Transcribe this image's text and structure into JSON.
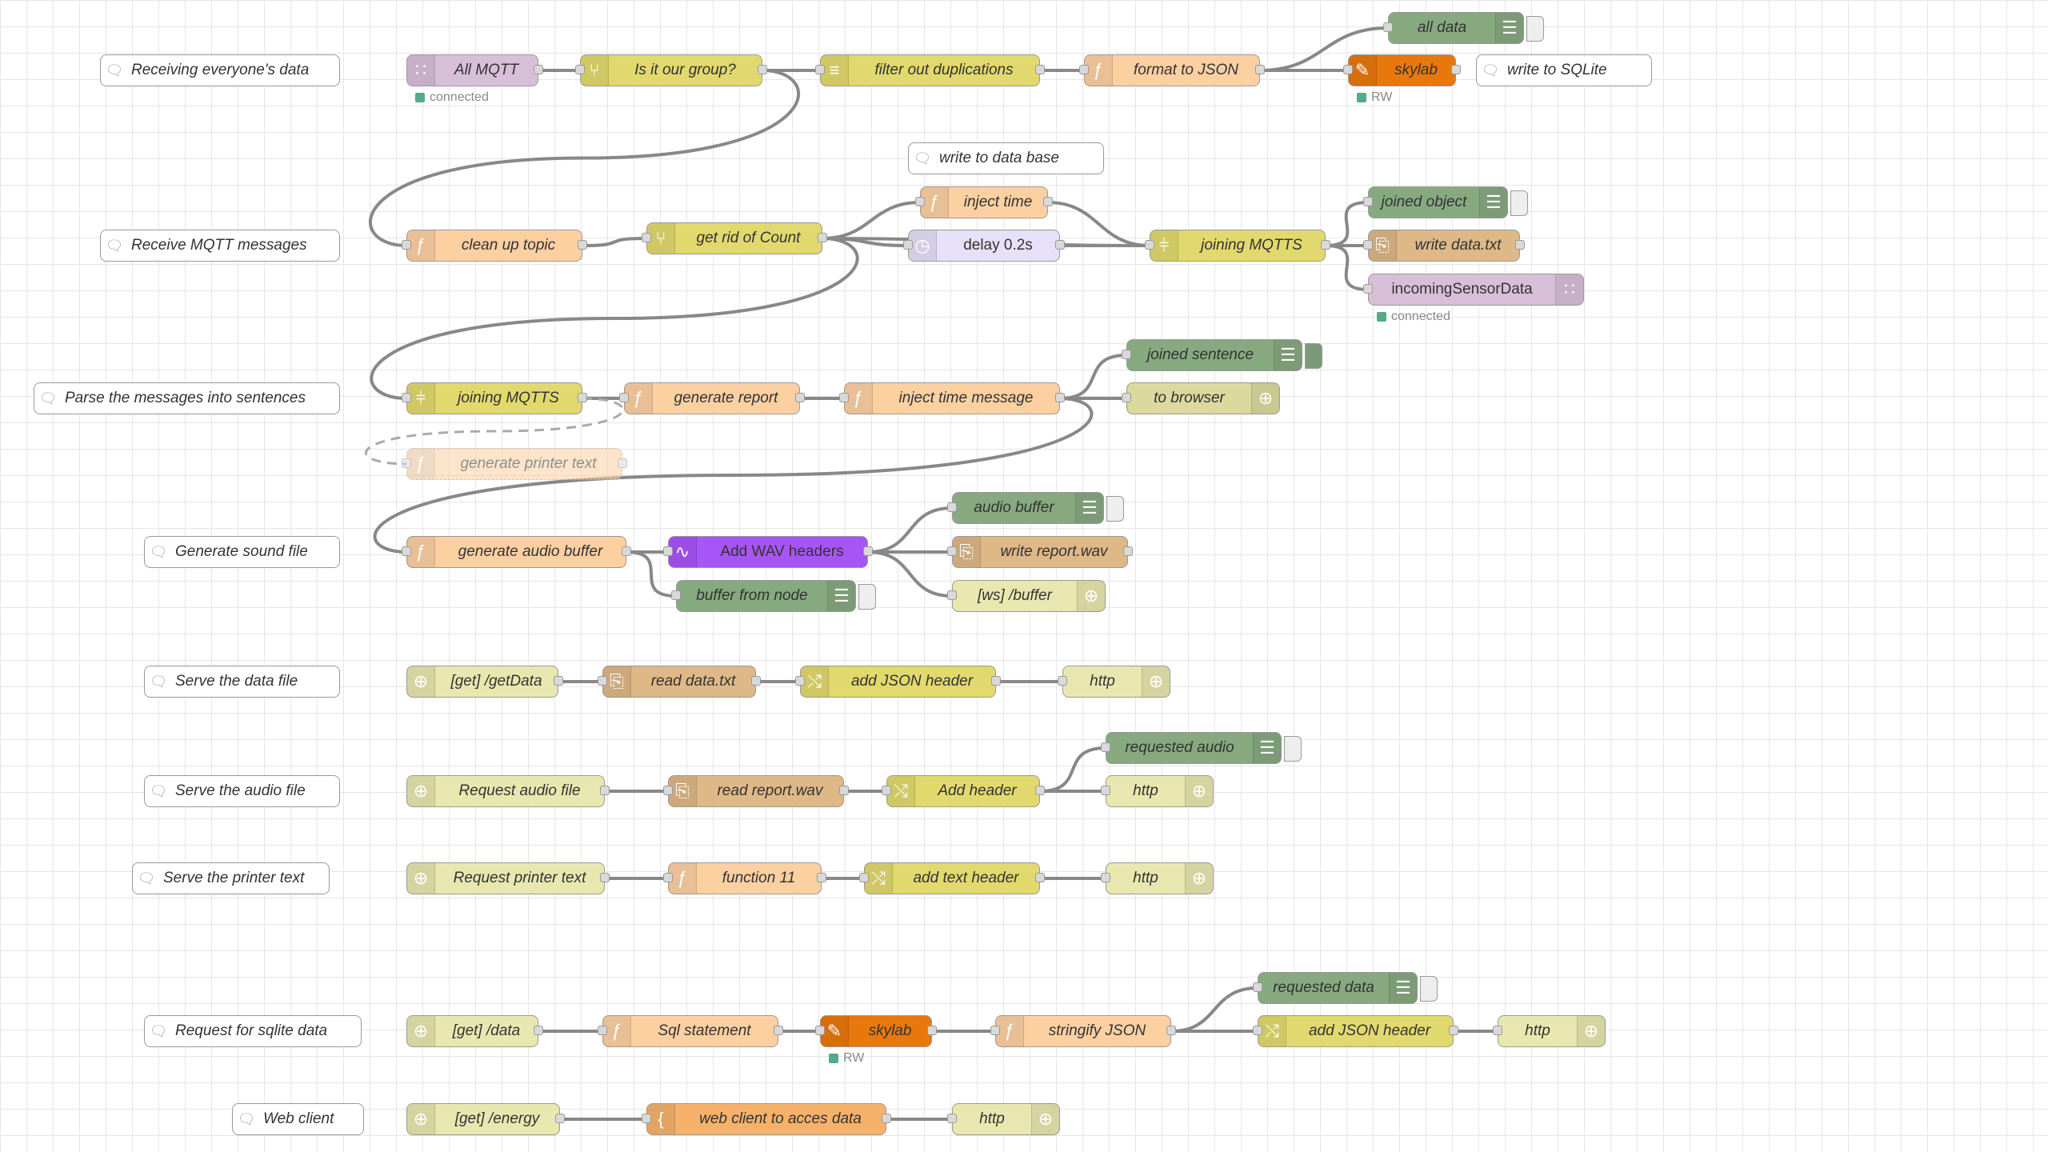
{
  "comments": [
    {
      "id": "c1",
      "label": "Receiving everyone's data"
    },
    {
      "id": "c2",
      "label": "write to SQLite"
    },
    {
      "id": "c3",
      "label": "write to data base"
    },
    {
      "id": "c4",
      "label": "Receive MQTT messages"
    },
    {
      "id": "c5",
      "label": "Parse the messages into sentences"
    },
    {
      "id": "c6",
      "label": "Generate sound file"
    },
    {
      "id": "c7",
      "label": "Serve the data file"
    },
    {
      "id": "c8",
      "label": "Serve the audio file"
    },
    {
      "id": "c9",
      "label": "Serve the printer text"
    },
    {
      "id": "c10",
      "label": "Request for sqlite data"
    },
    {
      "id": "c11",
      "label": "Web client"
    }
  ],
  "nodes": [
    {
      "id": "n1",
      "label": "All MQTT",
      "type": "mqtt-in",
      "color": "#d8bfd8",
      "icon": "wifi-icon",
      "status": "connected"
    },
    {
      "id": "n2",
      "label": "Is it our group?",
      "type": "switch",
      "color": "#e2d96e",
      "icon": "switch-icon"
    },
    {
      "id": "n3",
      "label": "filter out duplications",
      "type": "rbe",
      "color": "#e2d96e",
      "icon": "filter-icon"
    },
    {
      "id": "n4",
      "label": "format to JSON",
      "type": "function",
      "color": "#fdd0a2",
      "icon": "function-icon"
    },
    {
      "id": "n5",
      "label": "all data",
      "type": "debug",
      "color": "#87a980",
      "icon": "list-icon"
    },
    {
      "id": "n6",
      "label": "skylab",
      "type": "sqlite",
      "color": "#e8780c",
      "icon": "feather-icon",
      "status": "RW"
    },
    {
      "id": "n7",
      "label": "clean up topic",
      "type": "function",
      "color": "#fdd0a2",
      "icon": "function-icon"
    },
    {
      "id": "n8",
      "label": "get rid of Count",
      "type": "switch",
      "color": "#e2d96e",
      "icon": "switch-icon"
    },
    {
      "id": "n9",
      "label": "inject time",
      "type": "function",
      "color": "#fdd0a2",
      "icon": "function-icon"
    },
    {
      "id": "n10",
      "label": "delay 0.2s",
      "type": "delay",
      "color": "#e6e0f8",
      "icon": "clock-icon"
    },
    {
      "id": "n11",
      "label": "joining MQTTS",
      "type": "join",
      "color": "#e2d96e",
      "icon": "join-icon"
    },
    {
      "id": "n12",
      "label": "joined object",
      "type": "debug",
      "color": "#87a980",
      "icon": "list-icon"
    },
    {
      "id": "n13",
      "label": "write data.txt",
      "type": "file",
      "color": "#deb887",
      "icon": "file-icon"
    },
    {
      "id": "n14",
      "label": "incomingSensorData",
      "type": "mqtt-out",
      "color": "#d8bfd8",
      "icon": "wifi-icon",
      "status": "connected"
    },
    {
      "id": "n15",
      "label": "joining MQTTS",
      "type": "join",
      "color": "#e2d96e",
      "icon": "join-icon"
    },
    {
      "id": "n16",
      "label": "generate report",
      "type": "function",
      "color": "#fdd0a2",
      "icon": "function-icon"
    },
    {
      "id": "n17",
      "label": "inject time message",
      "type": "function",
      "color": "#fdd0a2",
      "icon": "function-icon"
    },
    {
      "id": "n18",
      "label": "joined sentence",
      "type": "debug",
      "color": "#87a980",
      "icon": "list-icon"
    },
    {
      "id": "n19",
      "label": "to browser",
      "type": "websocket-out",
      "color": "#dbd99e",
      "icon": "globe-icon"
    },
    {
      "id": "n20",
      "label": "generate printer text",
      "type": "function",
      "color": "#fdd0a2",
      "icon": "function-icon"
    },
    {
      "id": "n21",
      "label": "generate audio buffer",
      "type": "function",
      "color": "#fdd0a2",
      "icon": "function-icon"
    },
    {
      "id": "n22",
      "label": "Add WAV headers",
      "type": "wav",
      "color": "#a855f7",
      "icon": "wave-icon"
    },
    {
      "id": "n23",
      "label": "audio buffer",
      "type": "debug",
      "color": "#87a980",
      "icon": "list-icon"
    },
    {
      "id": "n24",
      "label": "write report.wav",
      "type": "file",
      "color": "#deb887",
      "icon": "file-icon"
    },
    {
      "id": "n25",
      "label": "[ws] /buffer",
      "type": "websocket-out",
      "color": "#e8e7af",
      "icon": "globe-icon"
    },
    {
      "id": "n26",
      "label": "buffer from node",
      "type": "debug",
      "color": "#87a980",
      "icon": "list-icon"
    },
    {
      "id": "n27",
      "label": "[get] /getData",
      "type": "http-in",
      "color": "#e8e7af",
      "icon": "globe-icon"
    },
    {
      "id": "n28",
      "label": "read data.txt",
      "type": "file-in",
      "color": "#deb887",
      "icon": "file-icon"
    },
    {
      "id": "n29",
      "label": "add JSON header",
      "type": "change",
      "color": "#e2d96e",
      "icon": "shuffle-icon"
    },
    {
      "id": "n30",
      "label": "http",
      "type": "http-response",
      "color": "#e8e7af",
      "icon": "globe-icon"
    },
    {
      "id": "n31",
      "label": "Request audio file",
      "type": "http-in",
      "color": "#e8e7af",
      "icon": "globe-icon"
    },
    {
      "id": "n32",
      "label": "read report.wav",
      "type": "file-in",
      "color": "#deb887",
      "icon": "file-icon"
    },
    {
      "id": "n33",
      "label": "Add header",
      "type": "change",
      "color": "#e2d96e",
      "icon": "shuffle-icon"
    },
    {
      "id": "n34",
      "label": "requested audio",
      "type": "debug",
      "color": "#87a980",
      "icon": "list-icon"
    },
    {
      "id": "n35",
      "label": "http",
      "type": "http-response",
      "color": "#e8e7af",
      "icon": "globe-icon"
    },
    {
      "id": "n36",
      "label": "Request printer text",
      "type": "http-in",
      "color": "#e8e7af",
      "icon": "globe-icon"
    },
    {
      "id": "n37",
      "label": "function 11",
      "type": "function",
      "color": "#fdd0a2",
      "icon": "function-icon"
    },
    {
      "id": "n38",
      "label": "add text header",
      "type": "change",
      "color": "#e2d96e",
      "icon": "shuffle-icon"
    },
    {
      "id": "n39",
      "label": "http",
      "type": "http-response",
      "color": "#e8e7af",
      "icon": "globe-icon"
    },
    {
      "id": "n40",
      "label": "[get] /data",
      "type": "http-in",
      "color": "#e8e7af",
      "icon": "globe-icon"
    },
    {
      "id": "n41",
      "label": "Sql statement",
      "type": "function",
      "color": "#fdd0a2",
      "icon": "function-icon"
    },
    {
      "id": "n42",
      "label": "skylab",
      "type": "sqlite",
      "color": "#e8780c",
      "icon": "feather-icon",
      "status": "RW"
    },
    {
      "id": "n43",
      "label": "stringify JSON",
      "type": "function",
      "color": "#fdd0a2",
      "icon": "function-icon"
    },
    {
      "id": "n44",
      "label": "requested data",
      "type": "debug",
      "color": "#87a980",
      "icon": "list-icon"
    },
    {
      "id": "n45",
      "label": "add JSON header",
      "type": "change",
      "color": "#e2d96e",
      "icon": "shuffle-icon"
    },
    {
      "id": "n46",
      "label": "http",
      "type": "http-response",
      "color": "#e8e7af",
      "icon": "globe-icon"
    },
    {
      "id": "n47",
      "label": "[get] /energy",
      "type": "http-in",
      "color": "#e8e7af",
      "icon": "globe-icon"
    },
    {
      "id": "n48",
      "label": "web client to acces data",
      "type": "template",
      "color": "#f6b26b",
      "icon": "brace-icon"
    },
    {
      "id": "n49",
      "label": "http",
      "type": "http-response",
      "color": "#e8e7af",
      "icon": "globe-icon"
    }
  ],
  "links": [
    [
      "n1",
      "n2"
    ],
    [
      "n2",
      "n3"
    ],
    [
      "n2",
      "n7"
    ],
    [
      "n3",
      "n4"
    ],
    [
      "n4",
      "n5"
    ],
    [
      "n4",
      "n6"
    ],
    [
      "n7",
      "n8"
    ],
    [
      "n8",
      "n9"
    ],
    [
      "n8",
      "n10"
    ],
    [
      "n8",
      "n11"
    ],
    [
      "n8",
      "n15"
    ],
    [
      "n9",
      "n11"
    ],
    [
      "n10",
      "n11"
    ],
    [
      "n11",
      "n12"
    ],
    [
      "n11",
      "n13"
    ],
    [
      "n11",
      "n14"
    ],
    [
      "n15",
      "n16"
    ],
    [
      "n16",
      "n17"
    ],
    [
      "n17",
      "n18"
    ],
    [
      "n17",
      "n19"
    ],
    [
      "n17",
      "n21"
    ],
    [
      "n21",
      "n22"
    ],
    [
      "n21",
      "n26"
    ],
    [
      "n22",
      "n23"
    ],
    [
      "n22",
      "n24"
    ],
    [
      "n22",
      "n25"
    ],
    [
      "n27",
      "n28"
    ],
    [
      "n28",
      "n29"
    ],
    [
      "n29",
      "n30"
    ],
    [
      "n31",
      "n32"
    ],
    [
      "n32",
      "n33"
    ],
    [
      "n33",
      "n34"
    ],
    [
      "n33",
      "n35"
    ],
    [
      "n36",
      "n37"
    ],
    [
      "n37",
      "n38"
    ],
    [
      "n38",
      "n39"
    ],
    [
      "n40",
      "n41"
    ],
    [
      "n41",
      "n42"
    ],
    [
      "n42",
      "n43"
    ],
    [
      "n43",
      "n44"
    ],
    [
      "n43",
      "n45"
    ],
    [
      "n45",
      "n46"
    ],
    [
      "n47",
      "n48"
    ],
    [
      "n48",
      "n49"
    ]
  ],
  "disabled_links": [
    [
      "n15",
      "n20"
    ]
  ]
}
